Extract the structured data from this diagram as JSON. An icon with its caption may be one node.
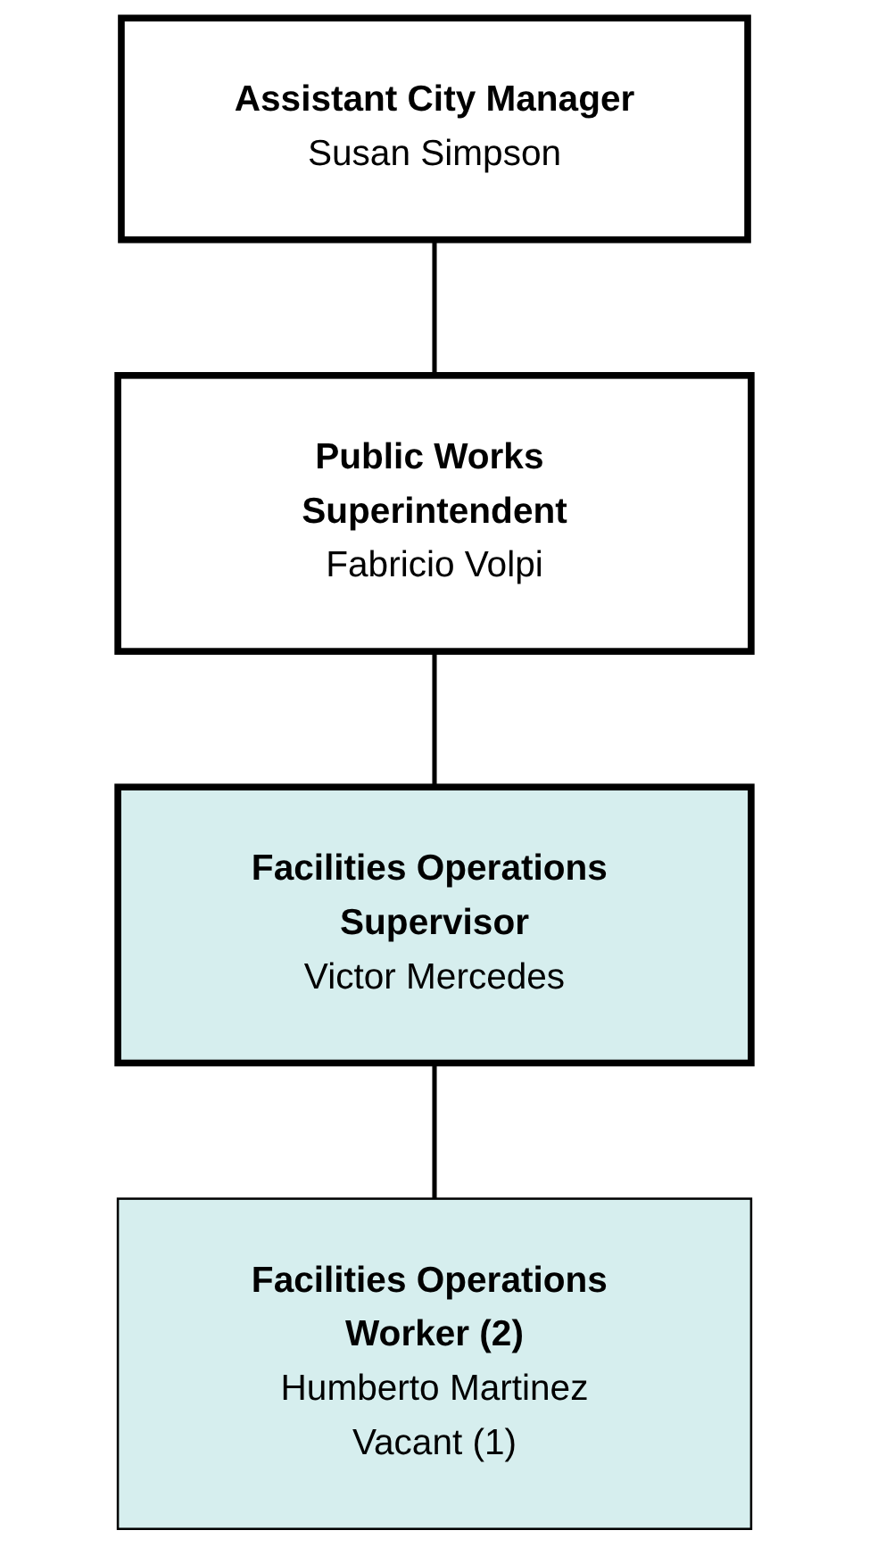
{
  "diagram": {
    "nodes": [
      {
        "text": [
          "Assistant City Manager",
          "Susan Simpson"
        ]
      },
      {
        "text": [
          "Public Works Superintendent",
          "Fabricio Volpi"
        ]
      },
      {
        "text": [
          "Facilities Operations Supervisor",
          "Victor Mercedes"
        ]
      },
      {
        "text": [
          "Facilities Operations Worker (2)",
          "Humberto Martinez",
          "Vacant (1)"
        ]
      }
    ],
    "edges": [
      {
        "from": 0,
        "to": 1,
        "arrow": "none"
      },
      {
        "from": 1,
        "to": 2,
        "arrow": "none"
      },
      {
        "from": 2,
        "to": 3,
        "arrow": "none"
      }
    ]
  }
}
